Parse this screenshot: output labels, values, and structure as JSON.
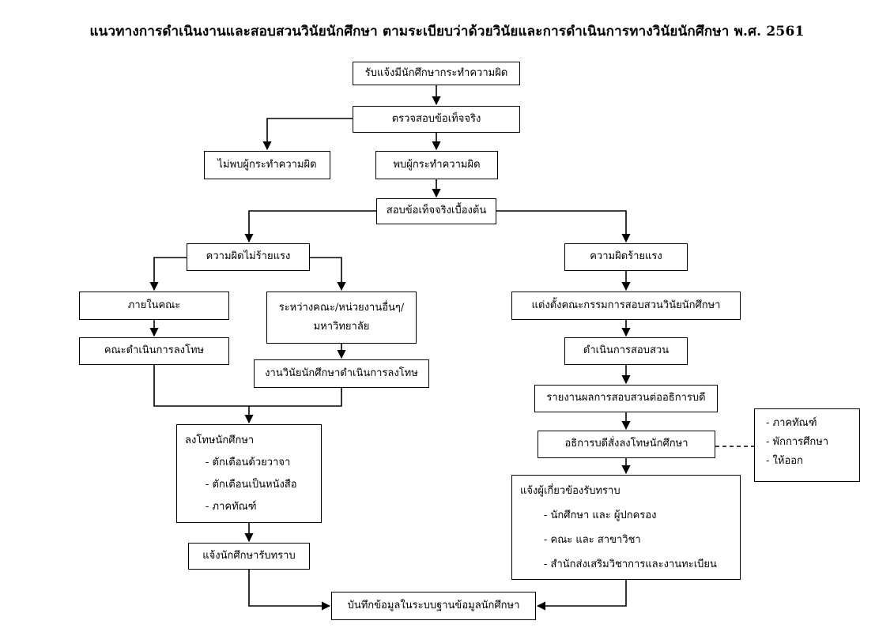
{
  "title": "แนวทางการดำเนินงานและสอบสวนวินัยนักศึกษา  ตามระเบียบว่าด้วยวินัยและการดำเนินการทางวินัยนักศึกษา พ.ศ. 2561",
  "nodes": {
    "report_received": "รับแจ้งมีนักศึกษากระทำความผิด",
    "check_facts": "ตรวจสอบข้อเท็จจริง",
    "no_offender": "ไม่พบผู้กระทำความผิด",
    "offender_found": "พบผู้กระทำความผิด",
    "preliminary_inquiry": "สอบข้อเท็จจริงเบื้องต้น",
    "minor_offense": "ความผิดไม่ร้ายแรง",
    "serious_offense": "ความผิดร้ายแรง",
    "within_faculty": "ภายในคณะ",
    "between_units_line1": "ระหว่างคณะ/หน่วยงานอื่นๆ/",
    "between_units_line2": "มหาวิทยาลัย",
    "faculty_punish": "คณะดำเนินการลงโทษ",
    "discipline_unit_punish": "งานวินัยนักศึกษาดำเนินการลงโทษ",
    "appoint_committee": "แต่งตั้งคณะกรรมการสอบสวนวินัยนักศึกษา",
    "conduct_investigation": "ดำเนินการสอบสวน",
    "report_to_president": "รายงานผลการสอบสวนต่ออธิการบดี",
    "president_orders": "อธิการบดีสั่งลงโทษนักศึกษา",
    "punish_student": {
      "heading": "ลงโทษนักศึกษา",
      "items": [
        "- ตักเตือนด้วยวาจา",
        "- ตักเตือนเป็นหนังสือ",
        "- ภาคทัณฑ์"
      ]
    },
    "penalty_options": {
      "items": [
        "- ภาคทัณฑ์",
        "- พักการศึกษา",
        "- ให้ออก"
      ]
    },
    "notify_student": "แจ้งนักศึกษารับทราบ",
    "notify_parties": {
      "heading": "แจ้งผู้เกี่ยวข้องรับทราบ",
      "items": [
        "- นักศึกษา และ ผู้ปกครอง",
        "- คณะ และ สาขาวิชา",
        "- สำนักส่งเสริมวิชาการและงานทะเบียน"
      ]
    },
    "record_database": "บันทึกข้อมูลในระบบฐานข้อมูลนักศึกษา"
  }
}
